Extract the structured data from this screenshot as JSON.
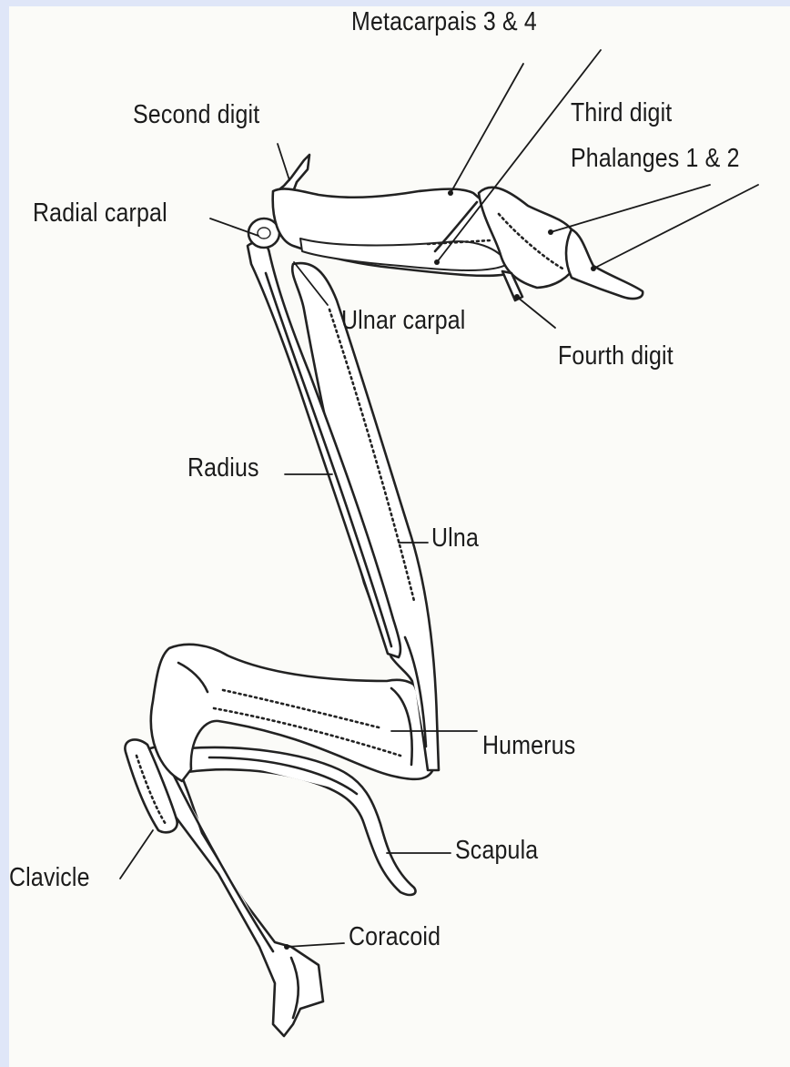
{
  "labels": {
    "metacarpals": "Metacarpais 3  &  4",
    "second_digit": "Second digit",
    "third_digit": "Third digit",
    "phalanges": "Phalanges 1 & 2",
    "radial_carpal": "Radial carpal",
    "ulnar_carpal": "Ulnar carpal",
    "fourth_digit": "Fourth digit",
    "radius": "Radius",
    "ulna": "Ulna",
    "humerus": "Humerus",
    "scapula": "Scapula",
    "clavicle": "Clavicle",
    "coracoid": "Coracoid"
  }
}
